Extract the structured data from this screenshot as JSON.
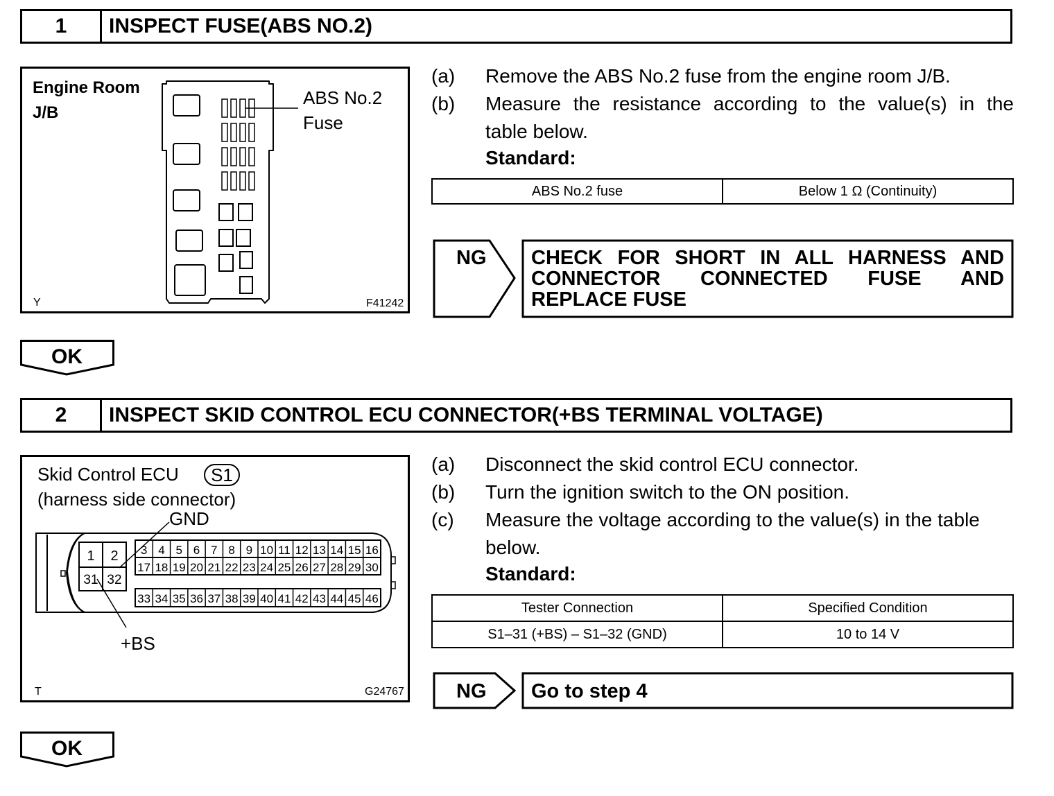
{
  "step1": {
    "number": "1",
    "title": "INSPECT FUSE(ABS NO.2)",
    "figure": {
      "label_line1": "Engine Room",
      "label_line2": "J/B",
      "callout_line1": "ABS No.2",
      "callout_line2": "Fuse",
      "corner_letter": "Y",
      "code": "F41242"
    },
    "instructions": [
      {
        "label": "(a)",
        "text": "Remove the ABS No.2 fuse from the engine room J/B."
      },
      {
        "label": "(b)",
        "text_line1": "Measure the resistance according to the value(s) in the",
        "text_line2": "table below."
      }
    ],
    "standard_label": "Standard:",
    "table": [
      [
        "ABS No.2 fuse",
        "Below 1 Ω (Continuity)"
      ]
    ],
    "ng": {
      "label": "NG",
      "line1": "CHECK  FOR  SHORT  IN  ALL  HARNESS  AND",
      "line2": "CONNECTOR    CONNECTED    FUSE    AND",
      "line3": "REPLACE FUSE"
    },
    "ok_label": "OK"
  },
  "step2": {
    "number": "2",
    "title": "INSPECT SKID CONTROL ECU CONNECTOR(+BS TERMINAL VOLTAGE)",
    "figure": {
      "label_line1": "Skid Control ECU",
      "connector_id": "S1",
      "label_line2": "(harness side connector)",
      "gnd_label": "GND",
      "bs_label": "+BS",
      "corner_letter": "T",
      "code": "G24767",
      "pins_left_top": [
        "1",
        "2"
      ],
      "pins_left_bottom": [
        "31",
        "32"
      ],
      "pins_row1": [
        "3",
        "4",
        "5",
        "6",
        "7",
        "8",
        "9",
        "10",
        "11",
        "12",
        "13",
        "14",
        "15",
        "16"
      ],
      "pins_row2": [
        "17",
        "18",
        "19",
        "20",
        "21",
        "22",
        "23",
        "24",
        "25",
        "26",
        "27",
        "28",
        "29",
        "30"
      ],
      "pins_row3": [
        "33",
        "34",
        "35",
        "36",
        "37",
        "38",
        "39",
        "40",
        "41",
        "42",
        "43",
        "44",
        "45",
        "46"
      ]
    },
    "instructions": [
      {
        "label": "(a)",
        "text": "Disconnect the skid control ECU connector."
      },
      {
        "label": "(b)",
        "text": "Turn the ignition switch to the ON position."
      },
      {
        "label": "(c)",
        "text_line1": "Measure the voltage according to the value(s) in the table",
        "text_line2": "below."
      }
    ],
    "standard_label": "Standard:",
    "table": {
      "headers": [
        "Tester Connection",
        "Specified Condition"
      ],
      "rows": [
        [
          "S1–31 (+BS) – S1–32 (GND)",
          "10 to 14 V"
        ]
      ]
    },
    "ng": {
      "label": "NG",
      "text": "Go to step 4"
    },
    "ok_label": "OK"
  }
}
